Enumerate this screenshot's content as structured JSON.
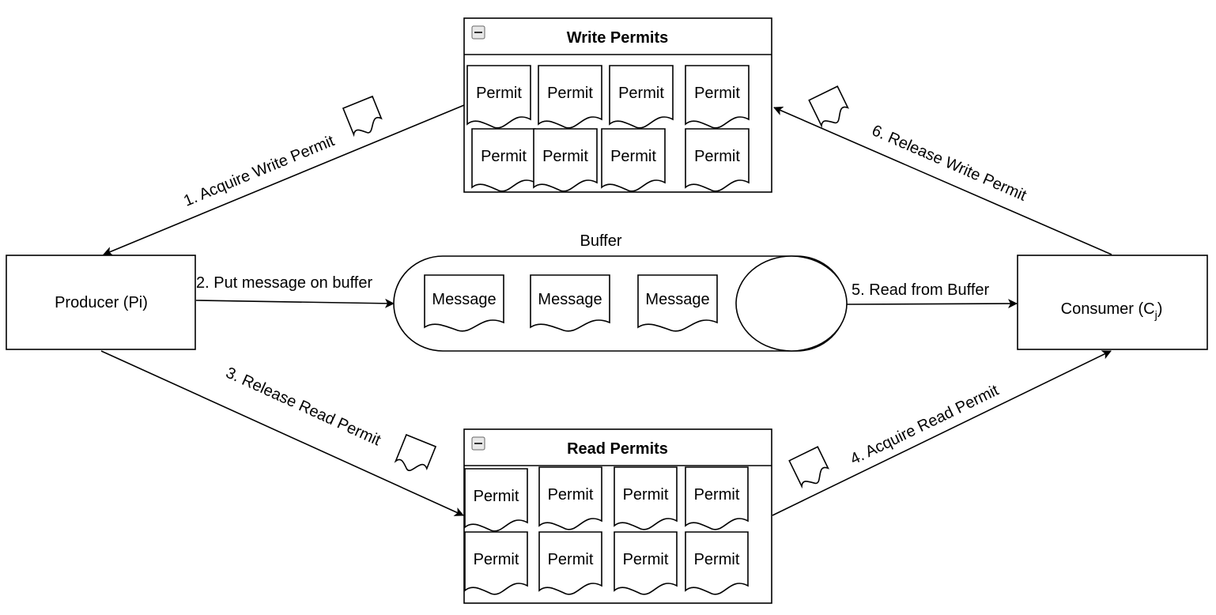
{
  "nodes": {
    "producer": "Producer (Pi)",
    "consumer_base": "Consumer (C",
    "consumer_sub": "j",
    "consumer_close": ")",
    "buffer_title": "Buffer",
    "write_permits_title": "Write Permits",
    "read_permits_title": "Read Permits"
  },
  "buffer_messages": [
    "Message",
    "Message",
    "Message"
  ],
  "write_permits": [
    "Permit",
    "Permit",
    "Permit",
    "Permit",
    "Permit",
    "Permit",
    "Permit",
    "Permit"
  ],
  "read_permits": [
    "Permit",
    "Permit",
    "Permit",
    "Permit",
    "Permit",
    "Permit",
    "Permit",
    "Permit"
  ],
  "edges": {
    "e1": "1. Acquire Write Permit",
    "e2": "2. Put message on buffer",
    "e3": "3. Release Read Permit",
    "e4": "4. Acquire Read Permit",
    "e5": "5. Read from Buffer",
    "e6": "6. Release Write Permit"
  },
  "icons": {
    "collapse": "collapse-icon",
    "document": "document-icon"
  }
}
